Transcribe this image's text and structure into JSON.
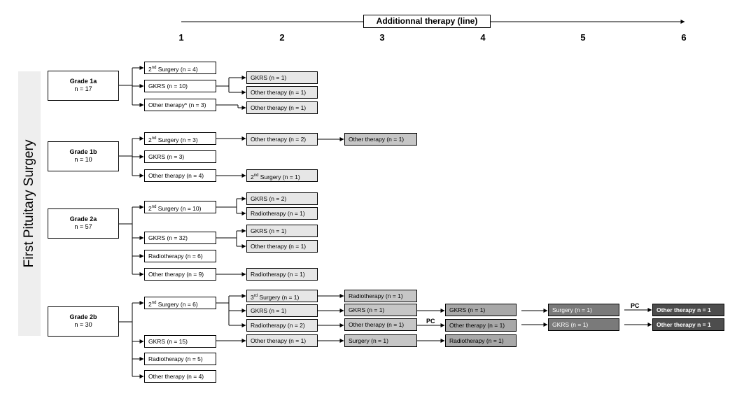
{
  "sidebar_label": "First Pituitary Surgery",
  "axis": {
    "title": "Additionnal therapy (line)",
    "numbers": [
      "1",
      "2",
      "3",
      "4",
      "5",
      "6"
    ]
  },
  "grades": [
    {
      "name": "Grade 1a",
      "n": "n = 17"
    },
    {
      "name": "Grade 1b",
      "n": "n = 10"
    },
    {
      "name": "Grade 2a",
      "n": "n = 57"
    },
    {
      "name": "Grade 2b",
      "n": "n = 30"
    }
  ],
  "boxes": {
    "g1a": {
      "surgery": {
        "pre": "2",
        "sup": "nd",
        "post": " Surgery (n = 4)"
      },
      "gkrs": "GKRS (n = 10)",
      "other": "Other therapy* (n = 3)",
      "gkrs_gkrs": "GKRS (n = 1)",
      "gkrs_other": "Other therapy (n = 1)",
      "other_other": "Other therapy (n = 1)"
    },
    "g1b": {
      "surgery": {
        "pre": "2",
        "sup": "nd",
        "post": " Surgery (n = 3)"
      },
      "gkrs": "GKRS (n = 3)",
      "other": "Other therapy (n = 4)",
      "surgery_other": "Other therapy (n = 2)",
      "surgery_other_other": "Other therapy (n = 1)",
      "other_surgery": {
        "pre": "2",
        "sup": "nd",
        "post": " Surgery (n = 1)"
      }
    },
    "g2a": {
      "surgery": {
        "pre": "2",
        "sup": "nd",
        "post": " Surgery (n = 10)"
      },
      "gkrs": "GKRS (n = 32)",
      "radio": "Radiotherapy (n = 6)",
      "other": "Other therapy (n = 9)",
      "surgery_gkrs": "GKRS (n = 2)",
      "surgery_radio": "Radiotherapy (n = 1)",
      "gkrs_gkrs": "GKRS (n = 1)",
      "gkrs_other": "Other therapy (n = 1)",
      "other_radio": "Radiotherapy (n = 1)"
    },
    "g2b": {
      "surgery": {
        "pre": "2",
        "sup": "nd",
        "post": " Surgery (n = 6)"
      },
      "gkrs": "GKRS (n = 15)",
      "radio": "Radiotherapy (n = 5)",
      "other": "Other therapy (n = 4)",
      "s_surgery3": {
        "pre": "3",
        "sup": "rd",
        "post": " Surgery (n = 1)"
      },
      "s_gkrs": "GKRS (n = 1)",
      "s_radio": "Radiotherapy (n = 2)",
      "s_surgery3_radio": "Radiotherapy (n = 1)",
      "s_gkrs_gkrs": "GKRS (n = 1)",
      "s_radio_other": "Other therapy (n = 1)",
      "s_gkrs_gkrs_gkrs": "GKRS (n = 1)",
      "s_radio_other_other": "Other therapy (n = 1)",
      "l5_surgery": "Surgery (n = 1)",
      "l5_gkrs": "GKRS (n = 1)",
      "l6_other_a": "Other therapy n = 1",
      "l6_other_b": "Other therapy n = 1",
      "gkrs_other": "Other therapy (n = 1)",
      "gkrs_other_surgery": "Surgery (n = 1)",
      "gkrs_other_surgery_radio": "Radiotherapy  (n = 1)"
    }
  },
  "pc_labels": [
    "PC",
    "PC"
  ]
}
